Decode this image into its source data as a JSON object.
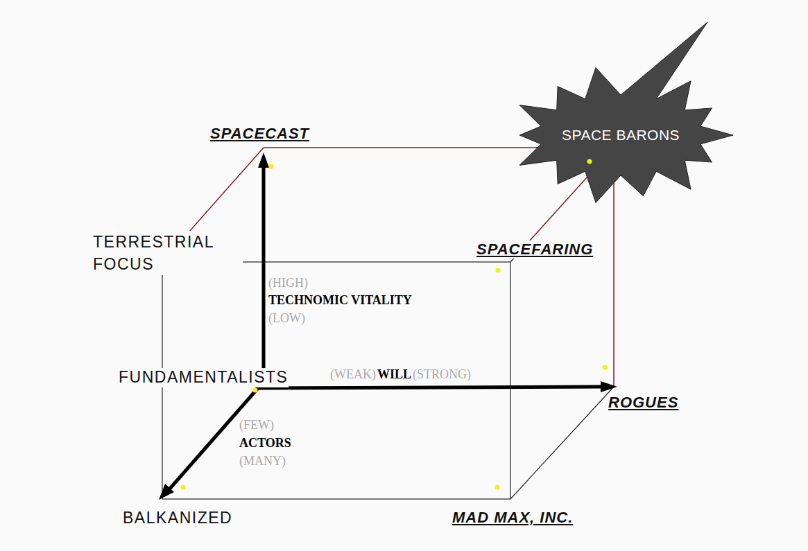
{
  "diagram": {
    "nodes": [
      {
        "text": [
          "SPACE BARONS"
        ]
      }
    ],
    "labels": [
      "SPACECAST",
      "TERRESTRIAL FOCUS",
      "SPACEFARING",
      "(HIGH)",
      "TECHNOMIC VITALITY",
      "(LOW)",
      "FUNDAMENTALISTS",
      "(WEAK)",
      "WILL",
      "(STRONG)",
      "ROGUES",
      "(FEW)",
      "ACTORS",
      "(MANY)",
      "BALKANIZED",
      "MAD MAX, INC."
    ]
  }
}
